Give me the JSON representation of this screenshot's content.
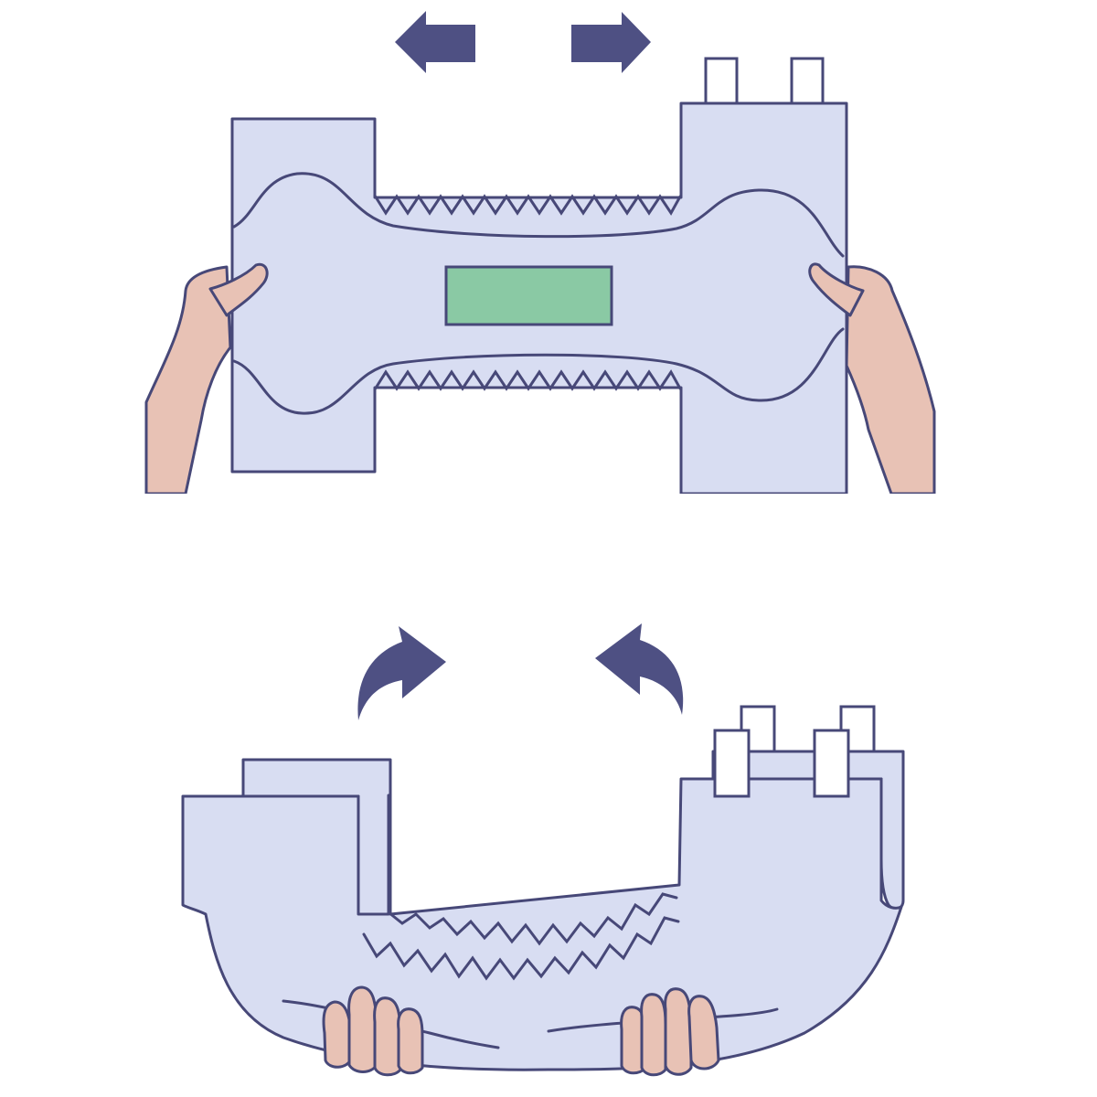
{
  "colors": {
    "background": "#ffffff",
    "outline": "#474878",
    "arrow": "#4e5083",
    "diaper_fill": "#d8ddf2",
    "core_pad": "#8ac9a4",
    "skin": "#e8c2b5",
    "tab_fill": "#ffffff"
  },
  "steps": [
    {
      "name": "step-1",
      "arrows": [
        "arrow-left-icon",
        "arrow-right-icon"
      ],
      "shows": [
        "diaper-open",
        "core-pad",
        "hand-left",
        "hand-right"
      ]
    },
    {
      "name": "step-2",
      "arrows": [
        "curved-arrow-right-icon",
        "curved-arrow-left-icon"
      ],
      "shows": [
        "diaper-cupped",
        "hands-bottom"
      ]
    }
  ]
}
